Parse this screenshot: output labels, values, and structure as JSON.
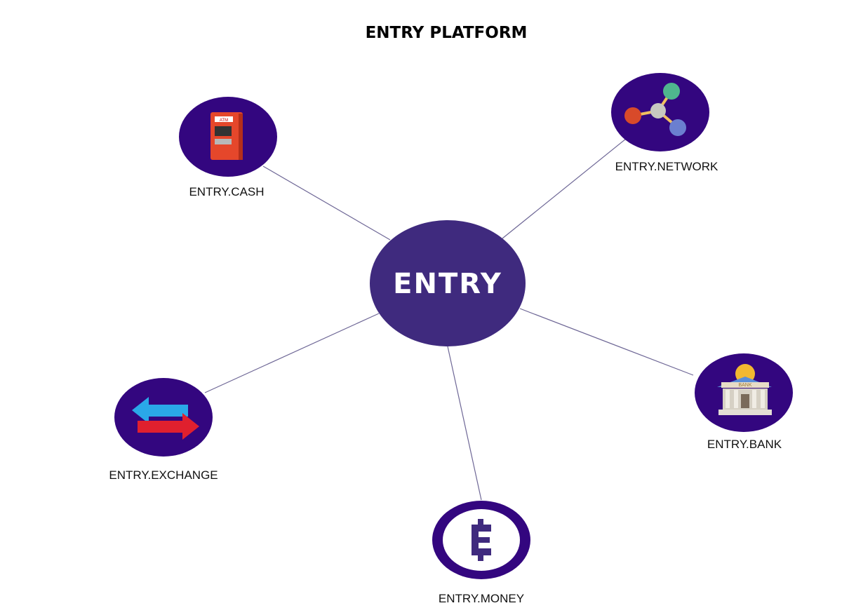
{
  "title": "ENTRY PLATFORM",
  "center": {
    "logo_text": "ENTRY"
  },
  "nodes": [
    {
      "label": "ENTRY.CASH",
      "icon": "atm-icon",
      "icon_text": "ATM"
    },
    {
      "label": "ENTRY.NETWORK",
      "icon": "network-icon"
    },
    {
      "label": "ENTRY.BANK",
      "icon": "bank-icon",
      "icon_text": "BANK"
    },
    {
      "label": "ENTRY.EXCHANGE",
      "icon": "exchange-arrows-icon"
    },
    {
      "label": "ENTRY.MONEY",
      "icon": "entry-coin-icon"
    }
  ],
  "colors": {
    "node": "#33067f",
    "center": "#3f2a7e",
    "edge": "#6e6796"
  }
}
